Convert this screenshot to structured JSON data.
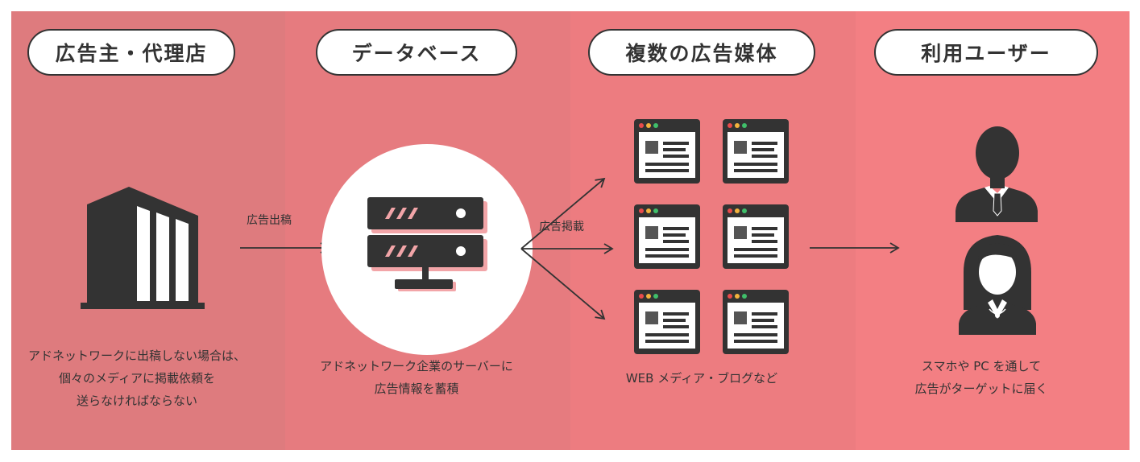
{
  "stages": [
    {
      "title": "広告主・代理店",
      "icon": "office-building-icon",
      "description": [
        "アドネットワークに出稿しない場合は、",
        "個々のメディアに掲載依頼を",
        "送らなければならない"
      ]
    },
    {
      "title": "データベース",
      "icon": "server-icon",
      "description": [
        "アドネットワーク企業のサーバーに",
        "広告情報を蓄積"
      ]
    },
    {
      "title": "複数の広告媒体",
      "icon": "browser-window-icon",
      "description": [
        "WEB メディア・ブログなど"
      ]
    },
    {
      "title": "利用ユーザー",
      "icon": "user-icon",
      "description": [
        "スマホや PC を通して",
        "広告がターゲットに届く"
      ]
    }
  ],
  "arrows": {
    "submit_label": "広告出稿",
    "publish_label": "広告掲載"
  },
  "colors": {
    "panel_1": "#de7b7e",
    "panel_2": "#e67b7f",
    "panel_3": "#ed7c80",
    "panel_4": "#f37f83",
    "icon_dark": "#333333",
    "accent_pink": "#f2a5a8",
    "dot_red": "#e84b4b",
    "dot_yellow": "#f3b33d",
    "dot_green": "#3fbf6a"
  }
}
